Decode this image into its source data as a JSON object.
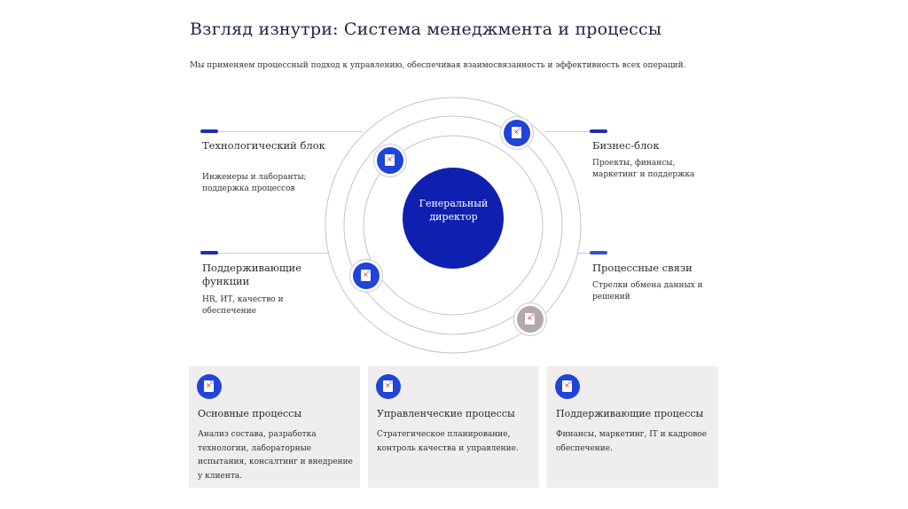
{
  "header": {
    "title": "Взгляд изнутри: Система менеджмента и процессы",
    "subtitle": "Мы применяем процессный подход к управлению, обеспечивая взаимосвязанность и эффективность всех операций."
  },
  "diagram": {
    "center_label": "Генеральный директор",
    "left_top": {
      "title": "Технологический блок",
      "text": "Инженеры и лаборанты; поддержка процессов"
    },
    "left_bottom": {
      "title": "Поддерживающие функции",
      "text": "HR, ИТ, качество и обеспечение"
    },
    "right_top": {
      "title": "Бизнес-блок",
      "text": "Проекты, финансы, маркетинг и поддержка"
    },
    "right_bottom": {
      "title": "Процессные связи",
      "text": "Стрелки обмена данных и решений"
    }
  },
  "cards": [
    {
      "title": "Основные процессы",
      "text": "Анализ состава, разработка технологии, лабораторные испытания, консалтинг и внедрение у клиента.",
      "icon": "document-icon"
    },
    {
      "title": "Управленческие процессы",
      "text": "Стратегическое планирование, контроль качества и управление.",
      "icon": "document-icon"
    },
    {
      "title": "Поддерживающие процессы",
      "text": "Финансы, маркетинг, IT и кадровое обеспечение.",
      "icon": "document-icon"
    }
  ],
  "colors": {
    "accent": "#1f2fb0",
    "icon_blue": "#2044d8",
    "center": "#0f20b0",
    "card_bg": "#efeded",
    "muted_icon": "#b4a8a8"
  }
}
